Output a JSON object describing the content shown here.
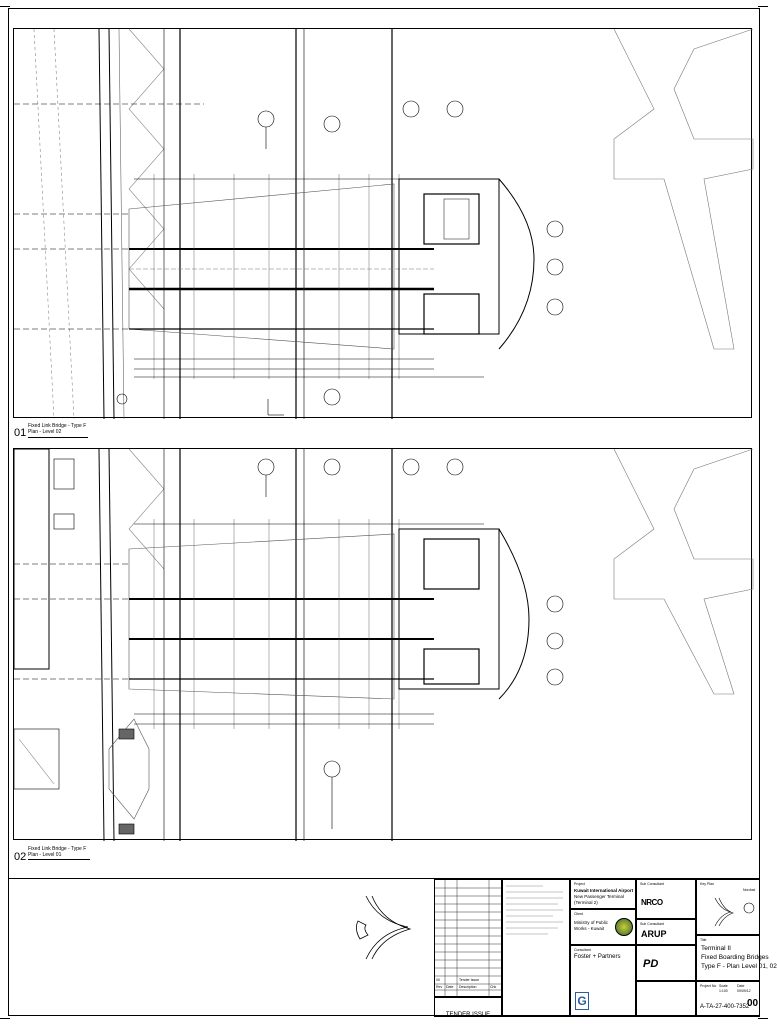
{
  "views": [
    {
      "number": "01",
      "title": "Fixed Link Bridge - Type F",
      "subtitle": "Plan - Level 02"
    },
    {
      "number": "02",
      "title": "Fixed Link Bridge - Type F",
      "subtitle": "Plan - Level 01"
    }
  ],
  "title_block": {
    "status": "TENDER ISSUE",
    "project_label": "Project",
    "project_lines": [
      "Kuwait International Airport",
      "New Passenger Terminal",
      "(Terminal 2)"
    ],
    "client_label": "Client",
    "client_lines": [
      "Ministry of Public",
      "Works - Kuwait"
    ],
    "consultant_label": "Consultant",
    "architect": "Foster + Partners",
    "sub_consultant_label": "Sub Consultant",
    "sub_consultant_2": "ARUP",
    "title_label": "Title",
    "title_lines": [
      "Terminal II",
      "Fixed Boarding Bridges",
      "Type F - Plan Level 01, 02"
    ],
    "key_plan_label": "Key Plan",
    "north_label": "Nordost",
    "drawing_number": "A-TA-27-400-7352",
    "revision": "00",
    "rev_header": [
      "Rev",
      "Date",
      "Description",
      "Chk"
    ],
    "rev_row": [
      "00",
      "",
      "Tender Issue",
      ""
    ],
    "small_fields": [
      "Project No",
      "Scale",
      "Date",
      "1:100",
      "09/09/12"
    ]
  }
}
